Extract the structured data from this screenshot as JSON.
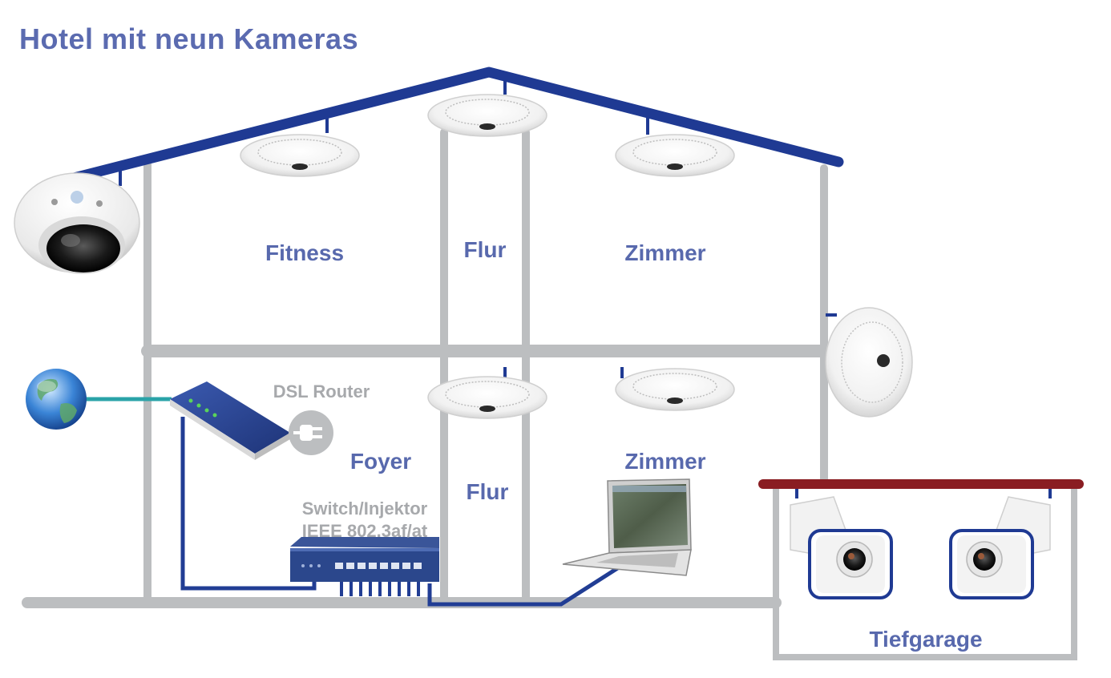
{
  "title": "Hotel mit neun Kameras",
  "rooms": {
    "fitness": "Fitness",
    "flur_upper": "Flur",
    "zimmer_upper": "Zimmer",
    "foyer": "Foyer",
    "flur_lower": "Flur",
    "zimmer_lower": "Zimmer",
    "tiefgarage": "Tiefgarage"
  },
  "devices": {
    "router_label": "DSL Router",
    "switch_label_line1": "Switch/Injektor",
    "switch_label_line2": "IEEE 802.3af/at"
  },
  "colors": {
    "roof_blue": "#1f3a93",
    "wall_gray": "#bcbec0",
    "cable_blue": "#213d94",
    "internet_teal": "#2aa3a8",
    "garage_roof": "#8a1d22",
    "label_blue": "#5869ad",
    "label_gray": "#a7a9ac"
  },
  "icons": [
    "globe-icon",
    "dsl-router-icon",
    "power-plug-icon",
    "network-switch-icon",
    "laptop-icon",
    "dome-camera-icon",
    "ceiling-camera-icon",
    "wall-mount-camera-icon"
  ]
}
